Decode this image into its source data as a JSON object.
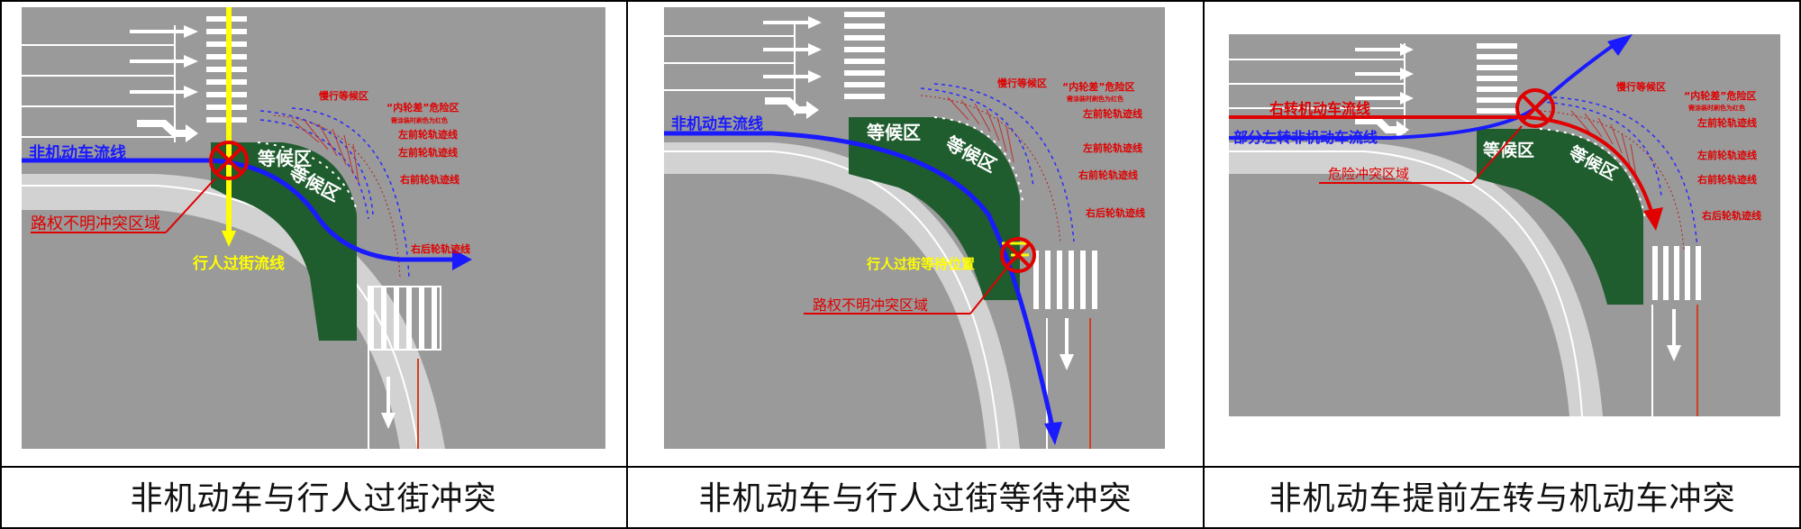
{
  "panels": [
    {
      "caption": "非机动车与行人过街冲突",
      "wait_labels": [
        "等候区",
        "等候区"
      ],
      "labels": {
        "bike_flow": "非机动车流线",
        "unclear_zone": "路权不明冲突区域",
        "pedestrian_flow": "行人过街流线"
      }
    },
    {
      "caption": "非机动车与行人过街等待冲突",
      "wait_labels": [
        "等候区",
        "等候区"
      ],
      "labels": {
        "bike_flow": "非机动车流线",
        "ped_wait": "行人过街等待位置",
        "unclear_zone": "路权不明冲突区域",
        "slow_zone": "慢行等候区",
        "inner_wheel": "“内轮差”危险区",
        "inner_wheel_note": "需涂装时刷色为红色",
        "left_front": "左前轮轨迹线",
        "left_front2": "左前轮轨迹线",
        "right_front": "右前轮轨迹线",
        "right_rear": "右后轮轨迹线"
      }
    },
    {
      "caption": "非机动车提前左转与机动车冲突",
      "wait_labels": [
        "等候区",
        "等候区"
      ],
      "labels": {
        "right_turn_flow": "右转机动车流线",
        "left_bike_flow": "部分左转非机动车流线",
        "danger_zone": "危险冲突区域",
        "slow_zone": "慢行等候区",
        "inner_wheel": "“内轮差”危险区",
        "inner_wheel_note": "需涂装时刷色为红色",
        "left_front": "左前轮轨迹线",
        "left_front2": "左前轮轨迹线",
        "right_front": "右前轮轨迹线",
        "right_rear": "右后轮轨迹线"
      }
    }
  ],
  "panel1_labels_extra": {
    "slow_zone": "慢行等候区",
    "inner_wheel": "“内轮差”危险区",
    "inner_wheel_note": "需涂装时刷色为红色",
    "left_front": "左前轮轨迹线",
    "left_front2": "左前轮轨迹线",
    "right_front": "右前轮轨迹线",
    "right_rear": "右后轮轨迹线"
  },
  "colors": {
    "road": "#9a9a9a",
    "sidewalk": "#d2d2d2",
    "wait_zone": "#1f5c2e",
    "bike_flow": "#1a1aff",
    "car_flow": "#e00000",
    "pedestrian": "#ffff00"
  }
}
